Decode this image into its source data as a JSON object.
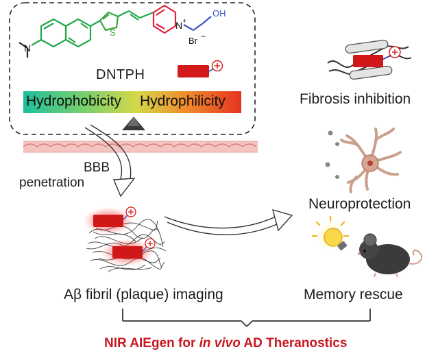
{
  "molecule": {
    "name": "DNTPH",
    "n_plus": "N",
    "plus_sign": "+",
    "oh_label": "OH",
    "counterion": "Br",
    "counterion_charge": "−",
    "s_label": "S",
    "n_amine": "N"
  },
  "gradient": {
    "left_label": "Hydrophobicity",
    "right_label": "Hydrophilicity"
  },
  "barrier": {
    "line1": "BBB",
    "line2": "penetration"
  },
  "effects": {
    "fibrosis": "Fibrosis inhibition",
    "neuroprotection": "Neuroprotection",
    "memory": "Memory rescue"
  },
  "imaging": {
    "label": "Aβ fibril (plaque) imaging"
  },
  "footer": {
    "prefix": "NIR AIEgen for ",
    "italic": "in vivo",
    "suffix": " AD Theranostics"
  },
  "colors": {
    "molecule_green": "#22a64a",
    "thiophene_green": "#3aa63a",
    "pyridinium_red": "#e0203a",
    "chain_blue": "#3b52c8",
    "probe_red": "#d21a1a",
    "footer_red": "#c8171f"
  }
}
